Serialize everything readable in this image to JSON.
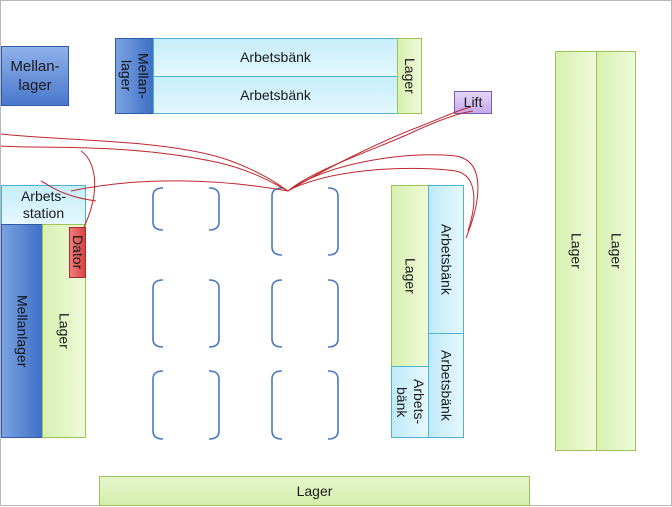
{
  "labels": {
    "mellanlager_top_left": "Mellan-\nlager",
    "mellanlager_top_bench": "Mellan-\nlager",
    "arbetsbank_top_1": "Arbetsbänk",
    "arbetsbank_top_2": "Arbetsbänk",
    "lager_top_bench": "Lager",
    "lift": "Lift",
    "arbetsstation": "Arbets-\nstation",
    "dator": "Dator",
    "mellanlager_left": "Mellanlager",
    "lager_left": "Lager",
    "lager_mid": "Lager",
    "arbetsbank_mid_1": "Arbetsbänk",
    "arbetsbank_mid_2": "Arbetsbänk",
    "arbetsbank_small": "Arbets-\nbänk",
    "lager_right_1": "Lager",
    "lager_right_2": "Lager",
    "lager_bottom": "Lager"
  },
  "colors": {
    "lager": "#d8f0b0",
    "arbetsbank": "#c6eefa",
    "mellanlager": "#4a78cc",
    "dator": "#e05050",
    "lift": "#d2bdf0",
    "cable": "#c0272d",
    "bracket": "#4a78c0"
  }
}
